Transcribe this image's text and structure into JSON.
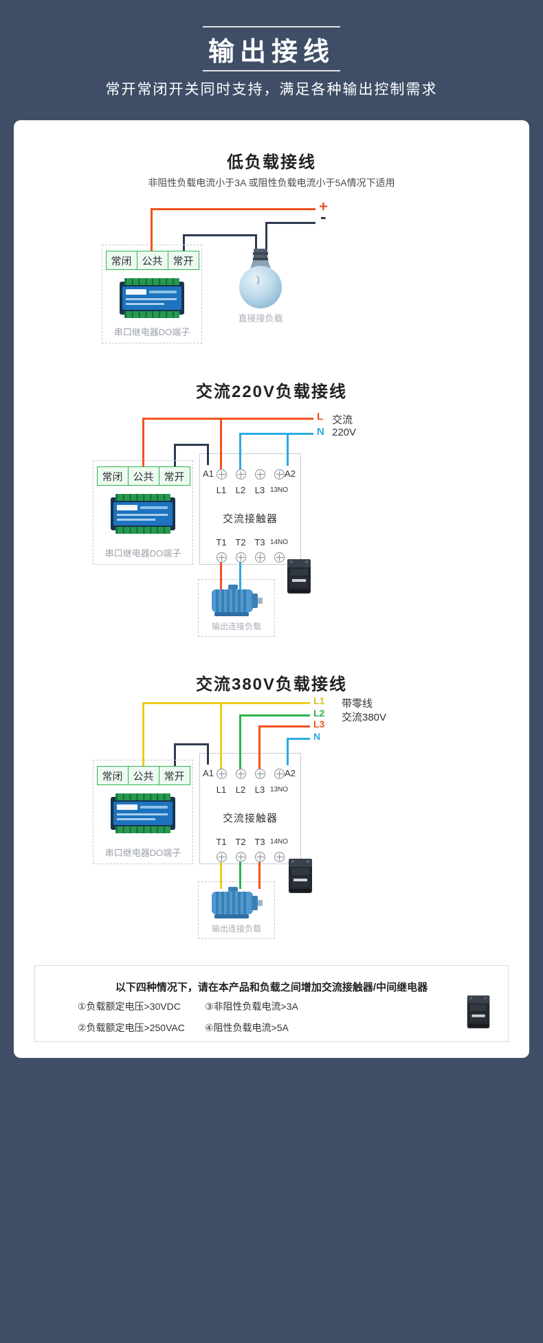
{
  "header": {
    "title": "输出接线",
    "subtitle": "常开常闭开关同时支持，满足各种输出控制需求"
  },
  "relay": {
    "nc": "常闭",
    "com": "公共",
    "no": "常开",
    "caption": "串口继电器DO端子"
  },
  "contactor": {
    "a1": "A1",
    "a2": "A2",
    "l1": "L1",
    "l2": "L2",
    "l3": "L3",
    "no13": "13NO",
    "t1": "T1",
    "t2": "T2",
    "t3": "T3",
    "no14": "14NO",
    "name": "交流接触器",
    "load_caption": "输出连接负载"
  },
  "section_low_load": {
    "title": "低负载接线",
    "description": "非阻性负载电流小于3A 或阻性负载电流小于5A情况下适用",
    "plus_label": "+",
    "minus_label": "-",
    "bulb_caption": "直接接负载"
  },
  "section_220v": {
    "title": "交流220V负载接线",
    "live_label": "L",
    "neutral_label": "N",
    "supply_line1": "交流",
    "supply_line2": "220V"
  },
  "section_380v": {
    "title": "交流380V负载接线",
    "l1_label": "L1",
    "l2_label": "L2",
    "l3_label": "L3",
    "n_label": "N",
    "supply_line1": "带零线",
    "supply_line2": "交流380V"
  },
  "notice": {
    "title": "以下四种情况下，请在本产品和负载之间增加交流接触器/中间继电器",
    "items": [
      "①负载额定电压>30VDC",
      "③非阻性负载电流>3A",
      "②负载额定电压>250VAC",
      "④阻性负载电流>5A"
    ]
  },
  "colors": {
    "background": "#3f4e66",
    "live_wire": "#f4511e",
    "neutral_wire": "#29abe2",
    "control_wire": "#2c3a50",
    "phase_l1_yellow": "#f0cb1f",
    "phase_l2_green": "#2cb34a",
    "phase_l3_red": "#f4511e",
    "terminal_green": "#2cb34a",
    "relay_blue": "#1e73be"
  }
}
